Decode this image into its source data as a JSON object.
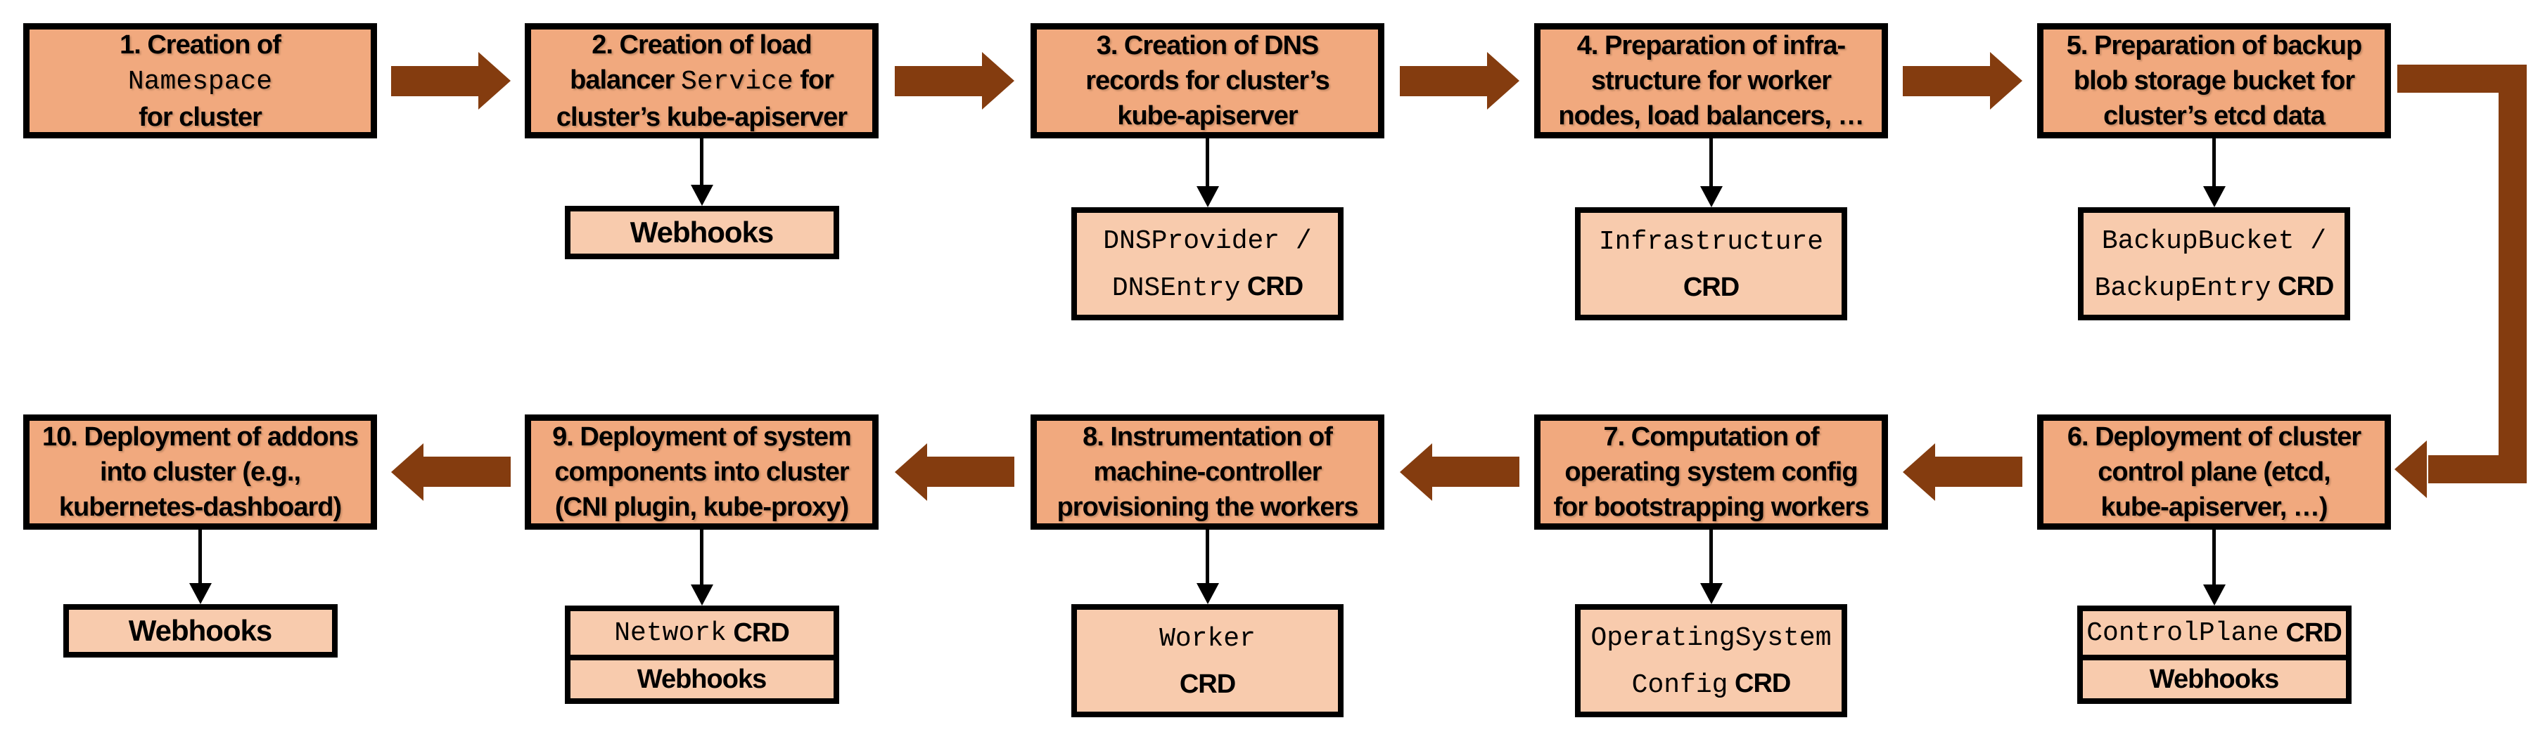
{
  "palette": {
    "background": "#FFFFFF",
    "box_fill": "#F1A97E",
    "sub_fill": "#F8CBAD",
    "arrow_brown": "#843C0F",
    "line_black": "#000000"
  },
  "diagram": {
    "steps": [
      {
        "id": "1",
        "lines": [
          [
            {
              "t": "1. Creation of"
            }
          ],
          [
            {
              "t": "Namespace",
              "mono": true
            }
          ],
          [
            {
              "t": "for cluster"
            }
          ]
        ],
        "sub": null
      },
      {
        "id": "2",
        "lines": [
          [
            {
              "t": "2. Creation of load"
            }
          ],
          [
            {
              "t": "balancer "
            },
            {
              "t": "Service",
              "mono": true
            },
            {
              "t": " for"
            }
          ],
          [
            {
              "t": "cluster’s kube-apiserver"
            }
          ]
        ],
        "sub": {
          "kind": "single",
          "rows": [
            [
              {
                "t": "Webhooks",
                "bold": true
              }
            ]
          ]
        }
      },
      {
        "id": "3",
        "lines": [
          [
            {
              "t": "3. Creation of DNS"
            }
          ],
          [
            {
              "t": "records for cluster’s"
            }
          ],
          [
            {
              "t": "kube-apiserver"
            }
          ]
        ],
        "sub": {
          "kind": "tall",
          "rows": [
            [
              {
                "t": "DNSProvider /",
                "mono": true
              }
            ],
            [
              {
                "t": "DNSEntry",
                "mono": true
              },
              {
                "t": " CRD",
                "bold": true
              }
            ]
          ]
        }
      },
      {
        "id": "4",
        "lines": [
          [
            {
              "t": "4. Preparation of infra-"
            }
          ],
          [
            {
              "t": "structure for worker"
            }
          ],
          [
            {
              "t": "nodes, load balancers, …"
            }
          ]
        ],
        "sub": {
          "kind": "tall",
          "rows": [
            [
              {
                "t": "Infrastructure",
                "mono": true
              }
            ],
            [
              {
                "t": "CRD",
                "bold": true
              }
            ]
          ]
        }
      },
      {
        "id": "5",
        "lines": [
          [
            {
              "t": "5. Preparation of backup"
            }
          ],
          [
            {
              "t": "blob storage bucket for"
            }
          ],
          [
            {
              "t": "cluster’s etcd data"
            }
          ]
        ],
        "sub": {
          "kind": "tall",
          "rows": [
            [
              {
                "t": "BackupBucket /",
                "mono": true
              }
            ],
            [
              {
                "t": "BackupEntry",
                "mono": true
              },
              {
                "t": " CRD",
                "bold": true
              }
            ]
          ]
        }
      },
      {
        "id": "6",
        "lines": [
          [
            {
              "t": "6. Deployment of cluster"
            }
          ],
          [
            {
              "t": "control plane (etcd,"
            }
          ],
          [
            {
              "t": "kube-apiserver, …)"
            }
          ]
        ],
        "sub": {
          "kind": "stack",
          "rows": [
            [
              {
                "t": "ControlPlane",
                "mono": true
              },
              {
                "t": " CRD",
                "bold": true
              }
            ],
            [
              {
                "t": "Webhooks",
                "bold": true
              }
            ]
          ]
        }
      },
      {
        "id": "7",
        "lines": [
          [
            {
              "t": "7. Computation of"
            }
          ],
          [
            {
              "t": "operating system config"
            }
          ],
          [
            {
              "t": "for bootstrapping workers"
            }
          ]
        ],
        "sub": {
          "kind": "tall",
          "rows": [
            [
              {
                "t": "OperatingSystem",
                "mono": true
              }
            ],
            [
              {
                "t": "Config",
                "mono": true
              },
              {
                "t": " CRD",
                "bold": true
              }
            ]
          ]
        }
      },
      {
        "id": "8",
        "lines": [
          [
            {
              "t": "8. Instrumentation of"
            }
          ],
          [
            {
              "t": "machine-controller"
            }
          ],
          [
            {
              "t": "provisioning the workers"
            }
          ]
        ],
        "sub": {
          "kind": "tall",
          "rows": [
            [
              {
                "t": "Worker",
                "mono": true
              }
            ],
            [
              {
                "t": "CRD",
                "bold": true
              }
            ]
          ]
        }
      },
      {
        "id": "9",
        "lines": [
          [
            {
              "t": "9. Deployment of system"
            }
          ],
          [
            {
              "t": "components into cluster"
            }
          ],
          [
            {
              "t": "(CNI plugin, kube-proxy)"
            }
          ]
        ],
        "sub": {
          "kind": "stack",
          "rows": [
            [
              {
                "t": "Network",
                "mono": true
              },
              {
                "t": " CRD",
                "bold": true
              }
            ],
            [
              {
                "t": "Webhooks",
                "bold": true
              }
            ]
          ]
        }
      },
      {
        "id": "10",
        "lines": [
          [
            {
              "t": "10. Deployment of addons"
            }
          ],
          [
            {
              "t": "into cluster (e.g.,"
            }
          ],
          [
            {
              "t": "kubernetes-dashboard)"
            }
          ]
        ],
        "sub": {
          "kind": "single",
          "rows": [
            [
              {
                "t": "Webhooks",
                "bold": true
              }
            ]
          ]
        }
      }
    ]
  }
}
